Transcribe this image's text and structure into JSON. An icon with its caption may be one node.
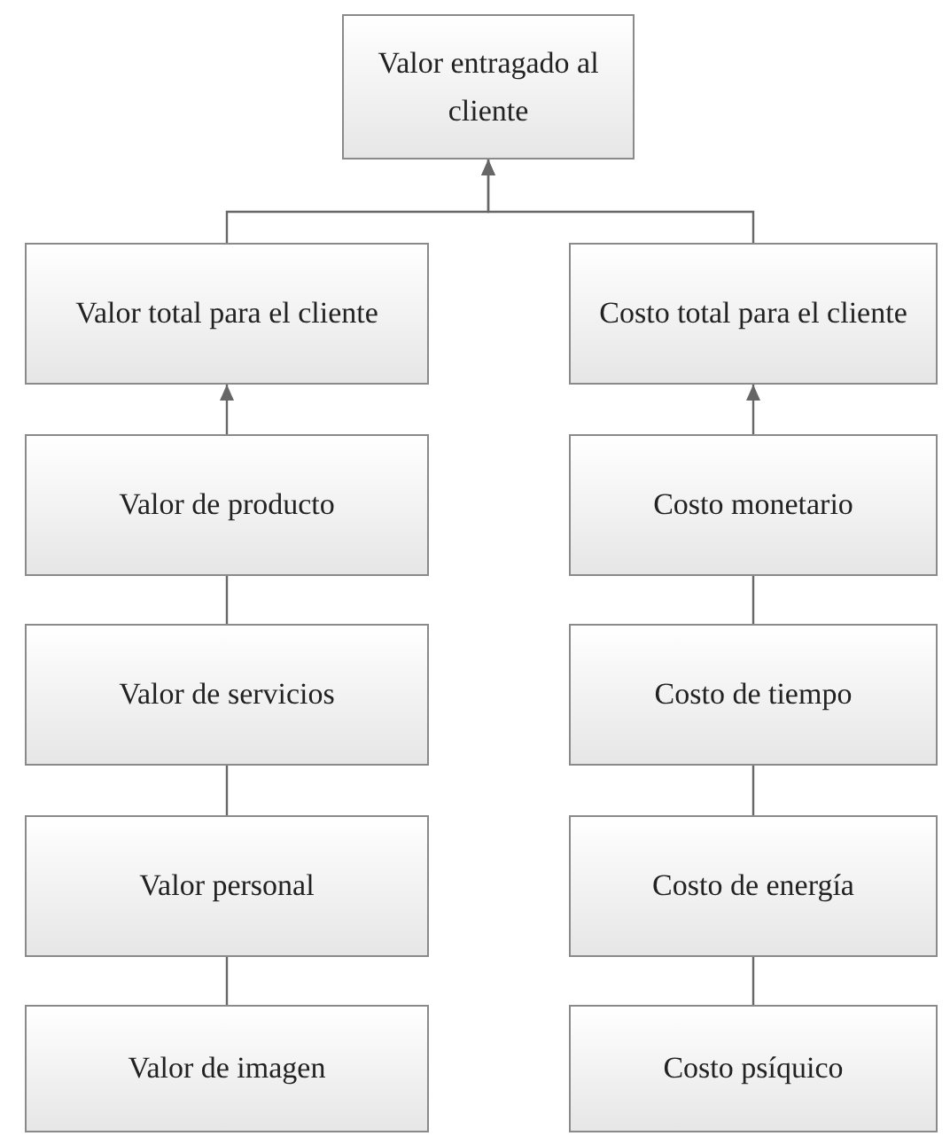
{
  "diagram": {
    "nodes": [
      {
        "text": [
          "Valor entragado al cliente"
        ]
      },
      {
        "text": [
          "Valor total para el cliente"
        ]
      },
      {
        "text": [
          "Costo total para el cliente"
        ]
      },
      {
        "text": [
          "Valor de producto"
        ]
      },
      {
        "text": [
          "Valor de servicios"
        ]
      },
      {
        "text": [
          "Valor personal"
        ]
      },
      {
        "text": [
          "Valor de imagen"
        ]
      },
      {
        "text": [
          "Costo monetario"
        ]
      },
      {
        "text": [
          "Costo de tiempo"
        ]
      },
      {
        "text": [
          "Costo de energía"
        ]
      },
      {
        "text": [
          "Costo psíquico"
        ]
      }
    ],
    "edges": [
      {
        "from": 1,
        "to": 0,
        "arrow": "to"
      },
      {
        "from": 2,
        "to": 0,
        "arrow": "to"
      },
      {
        "from": 3,
        "to": 1,
        "arrow": "to"
      },
      {
        "from": 3,
        "to": 4,
        "arrow": "none"
      },
      {
        "from": 4,
        "to": 5,
        "arrow": "none"
      },
      {
        "from": 5,
        "to": 6,
        "arrow": "none"
      },
      {
        "from": 7,
        "to": 2,
        "arrow": "to"
      },
      {
        "from": 7,
        "to": 8,
        "arrow": "none"
      },
      {
        "from": 8,
        "to": 9,
        "arrow": "none"
      },
      {
        "from": 9,
        "to": 10,
        "arrow": "none"
      }
    ]
  }
}
